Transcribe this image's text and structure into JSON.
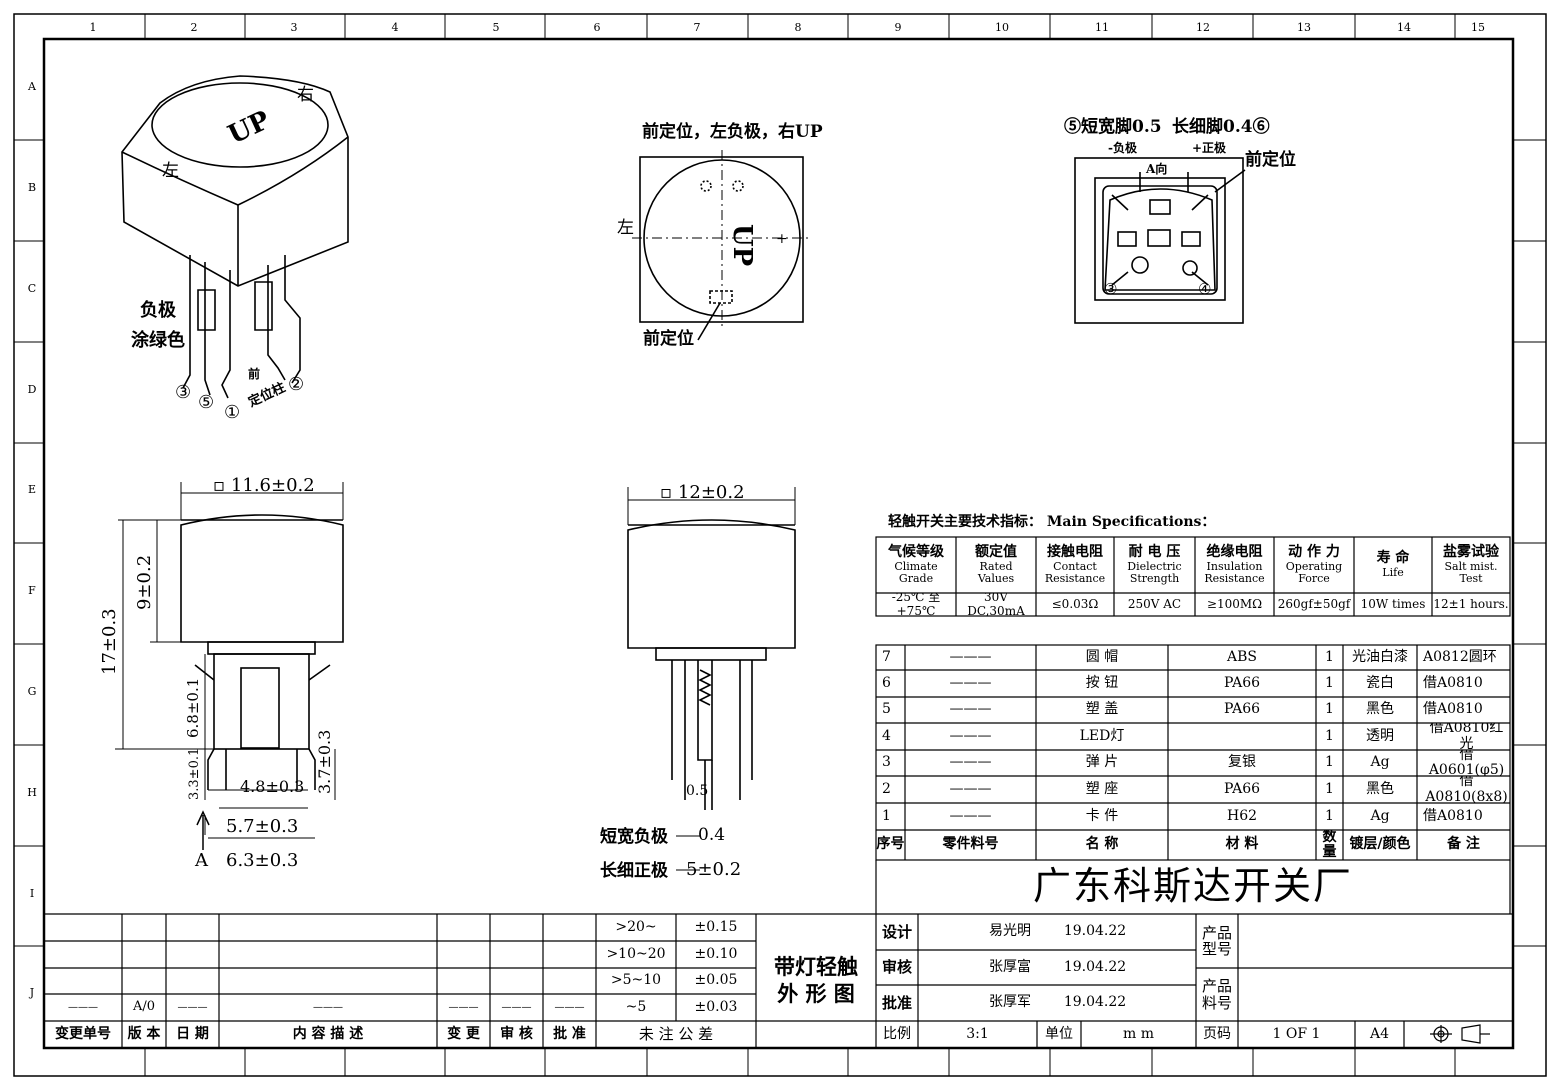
{
  "frame": {
    "col_numbers": [
      "1",
      "2",
      "3",
      "4",
      "5",
      "6",
      "7",
      "8",
      "9",
      "10",
      "11",
      "12",
      "13",
      "14",
      "15"
    ],
    "row_letters": [
      "A",
      "B",
      "C",
      "D",
      "E",
      "F",
      "G",
      "H",
      "I",
      "J"
    ]
  },
  "views": {
    "iso": {
      "cap_text": "UP",
      "right": "右",
      "left": "左",
      "neg_label": "负极",
      "green_label": "涂绿色",
      "pin3": "③",
      "pin5": "⑤",
      "pin1": "①",
      "pin2": "②",
      "front_post_1": "前",
      "front_post_2": "定位柱"
    },
    "top": {
      "note": "前定位，左负极，右UP",
      "left": "左",
      "cap_text": "UP",
      "front": "前定位"
    },
    "bottom": {
      "pin5": "⑤短宽脚0.5",
      "pin6": "长细脚0.4⑥",
      "neg": "-负极",
      "pos": "+正极",
      "a_dir": "A向",
      "front": "前定位",
      "pin3": "③",
      "pin4": "④"
    },
    "side": {
      "width": "▫ 11.6±0.2",
      "h9": "9±0.2",
      "h17": "17±0.3",
      "h68": "6.8±0.1",
      "h33": "3.3±0.1",
      "w48": "4.8±0.3",
      "h37": "3.7±0.3",
      "w57": "5.7±0.3",
      "w63": "6.3±0.3",
      "a": "A"
    },
    "front": {
      "width": "▫ 12±0.2",
      "d05": "0.5",
      "d04": "0.4",
      "d5": "5±0.2",
      "short": "短宽负极",
      "long": "长细正极"
    }
  },
  "specs": {
    "title": "轻触开关主要技术指标：    Main Specifications：",
    "headers": [
      {
        "cn": "气候等级",
        "en": "Climate",
        "en2": "Grade"
      },
      {
        "cn": "额定值",
        "en": "Rated",
        "en2": "Values"
      },
      {
        "cn": "接触电阻",
        "en": "Contact",
        "en2": "Resistance"
      },
      {
        "cn": "耐 电 压",
        "en": "Dielectric",
        "en2": "Strength"
      },
      {
        "cn": "绝缘电阻",
        "en": "Insulation",
        "en2": "Resistance"
      },
      {
        "cn": "动 作 力",
        "en": "Operating",
        "en2": "Force"
      },
      {
        "cn": "寿  命",
        "en": "Life",
        "en2": ""
      },
      {
        "cn": "盐雾试验",
        "en": "Salt mist.",
        "en2": "Test"
      }
    ],
    "values": [
      "-25℃ 至 +75℃",
      "30V DC,30mA",
      "≤0.03Ω",
      "250V AC",
      "≥100MΩ",
      "260gf±50gf",
      "10W times",
      "12±1 hours."
    ]
  },
  "bom": {
    "rows": [
      [
        "7",
        "———",
        "圆  帽",
        "ABS",
        "1",
        "光油白漆",
        "A0812圆环"
      ],
      [
        "6",
        "———",
        "按  钮",
        "PA66",
        "1",
        "瓷白",
        "借A0810"
      ],
      [
        "5",
        "———",
        "塑  盖",
        "PA66",
        "1",
        "黑色",
        "借A0810"
      ],
      [
        "4",
        "———",
        "LED灯",
        "",
        "1",
        "透明",
        "借A0810红光"
      ],
      [
        "3",
        "———",
        "弹  片",
        "复银",
        "1",
        "Ag",
        "借A0601(φ5)"
      ],
      [
        "2",
        "———",
        "塑  座",
        "PA66",
        "1",
        "黑色",
        "借A0810(8x8)"
      ],
      [
        "1",
        "———",
        "卡  件",
        "H62",
        "1",
        "Ag",
        "借A0810"
      ]
    ],
    "header": [
      "序号",
      "零件料号",
      "名  称",
      "材  料",
      "数量",
      "镀层/颜色",
      "备  注"
    ]
  },
  "company": "广东科斯达开关厂",
  "revision": {
    "header": [
      "变更单号",
      "版 本",
      "日 期",
      "内 容 描 述",
      "变 更",
      "审 核",
      "批 准"
    ],
    "version": "A/0",
    "dash": "———"
  },
  "tolerance": {
    "rows": [
      [
        ">20~",
        "±0.15"
      ],
      [
        ">10~20",
        "±0.10"
      ],
      [
        ">5~10",
        "±0.05"
      ],
      [
        "~5",
        "±0.03"
      ]
    ],
    "label": "未 注 公 差"
  },
  "title_block": {
    "name1": "带灯轻触",
    "name2": "外 形 图",
    "rows": [
      [
        "设计",
        "易光明",
        "19.04.22"
      ],
      [
        "审核",
        "张厚富",
        "19.04.22"
      ],
      [
        "批准",
        "张厚军",
        "19.04.22"
      ]
    ],
    "product_model": "产品\n型号",
    "product_no": "产品\n料号",
    "scale_label": "比例",
    "scale": "3:1",
    "unit_label": "单位",
    "unit": "m m",
    "page_label": "页码",
    "page": "1 OF 1",
    "size": "A4"
  }
}
